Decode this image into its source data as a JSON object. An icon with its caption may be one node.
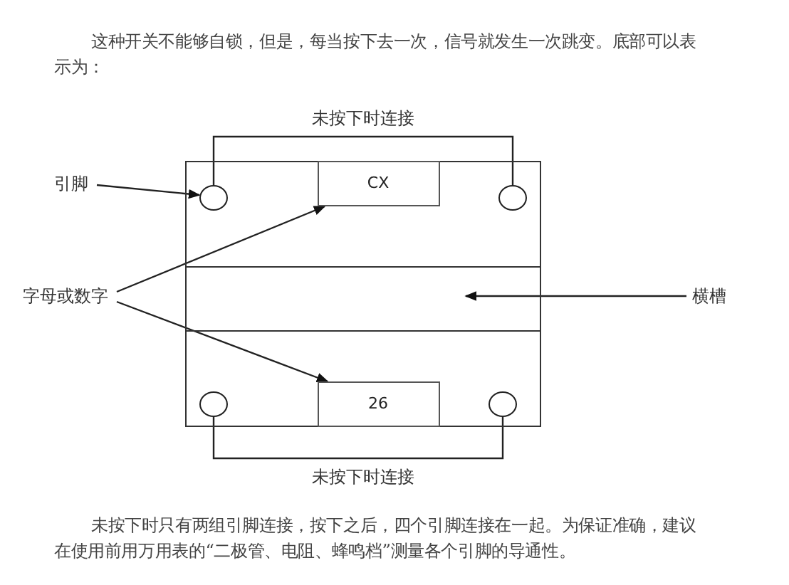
{
  "diagram": {
    "nodes": [
      {
        "text": [],
        "shape": "box"
      },
      {
        "text": [],
        "shape": "circle",
        "in": 0
      },
      {
        "text": [
          "CX"
        ],
        "in": 0
      },
      {
        "text": [],
        "shape": "circle",
        "in": 0
      },
      {
        "text": [],
        "shape": "box",
        "in": 0
      },
      {
        "text": [],
        "shape": "circle",
        "in": 0
      },
      {
        "text": [
          "26"
        ],
        "in": 0
      },
      {
        "text": [],
        "shape": "circle",
        "in": 0
      },
      {
        "text": [
          "引脚"
        ]
      },
      {
        "text": [
          "字母或数字"
        ]
      },
      {
        "text": [
          "横槽"
        ]
      }
    ],
    "edges": [
      {
        "from": 1,
        "to": 3,
        "arrow": "none",
        "label": "未按下时连接"
      },
      {
        "from": 5,
        "to": 7,
        "arrow": "none",
        "label": "未按下时连接"
      },
      {
        "from": 8,
        "to": 1,
        "arrow": "to"
      },
      {
        "from": 9,
        "to": 2,
        "arrow": "to"
      },
      {
        "from": 9,
        "to": 6,
        "arrow": "to"
      },
      {
        "from": 10,
        "to": 4,
        "arrow": "to"
      }
    ],
    "labels": [
      "这种开关不能够自锁，但是，每当按下去一次，信号就发生一次跳变。底部可以表示为：",
      "未按下时只有两组引脚连接，按下之后，四个引脚连接在一起。为保证准确，建议在使用前用万用表的“二极管、电阻、蜂鸣档”测量各个引脚的导通性。"
    ]
  }
}
